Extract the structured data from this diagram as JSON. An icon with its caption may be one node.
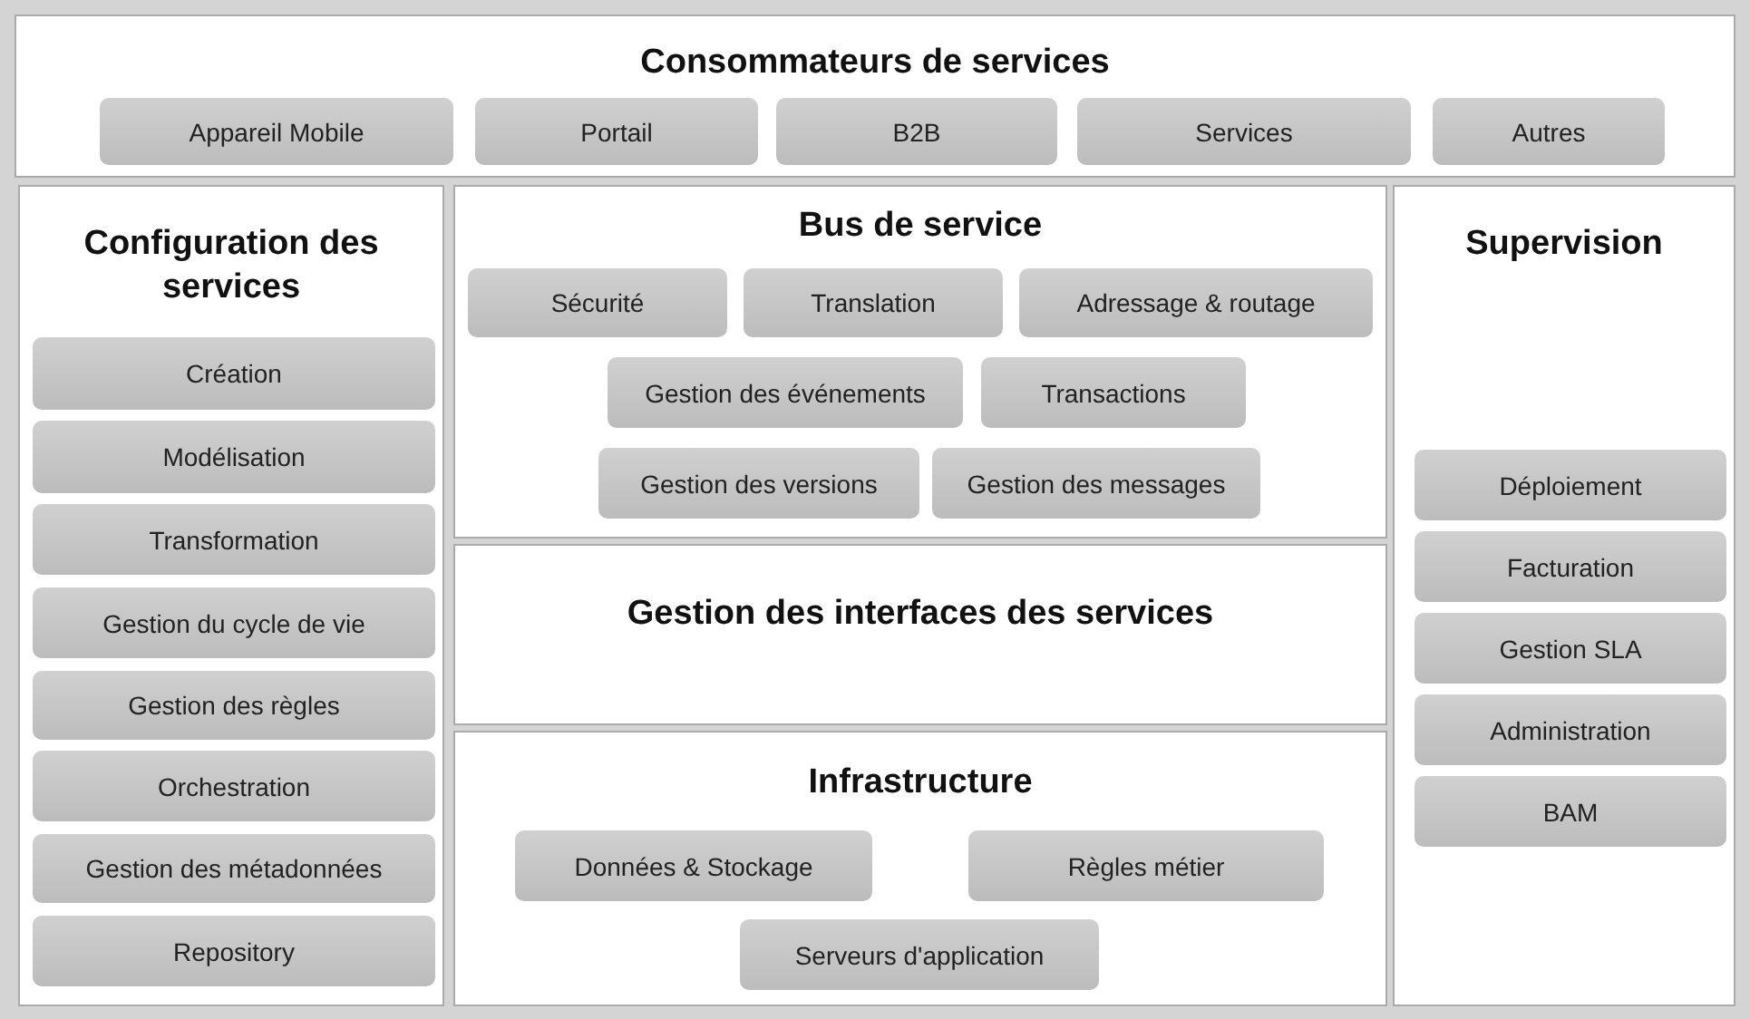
{
  "diagram": {
    "nodes": [
      {
        "text": [
          "Consommateurs de services"
        ]
      },
      {
        "text": [
          "Appareil Mobile"
        ],
        "in": 0
      },
      {
        "text": [
          "Portail"
        ],
        "in": 0
      },
      {
        "text": [
          "B2B"
        ],
        "in": 0
      },
      {
        "text": [
          "Services"
        ],
        "in": 0
      },
      {
        "text": [
          "Autres"
        ],
        "in": 0
      },
      {
        "text": [
          "Configuration des services"
        ]
      },
      {
        "text": [
          "Création"
        ],
        "in": 6
      },
      {
        "text": [
          "Modélisation"
        ],
        "in": 6
      },
      {
        "text": [
          "Transformation"
        ],
        "in": 6
      },
      {
        "text": [
          "Gestion du cycle de vie"
        ],
        "in": 6
      },
      {
        "text": [
          "Gestion des règles"
        ],
        "in": 6
      },
      {
        "text": [
          "Orchestration"
        ],
        "in": 6
      },
      {
        "text": [
          "Gestion des métadonnées"
        ],
        "in": 6
      },
      {
        "text": [
          "Repository"
        ],
        "in": 6
      },
      {
        "text": [
          "Bus de service"
        ]
      },
      {
        "text": [
          "Sécurité"
        ],
        "in": 15
      },
      {
        "text": [
          "Translation"
        ],
        "in": 15
      },
      {
        "text": [
          "Adressage & routage"
        ],
        "in": 15
      },
      {
        "text": [
          "Gestion des événements"
        ],
        "in": 15
      },
      {
        "text": [
          "Transactions"
        ],
        "in": 15
      },
      {
        "text": [
          "Gestion des versions"
        ],
        "in": 15
      },
      {
        "text": [
          "Gestion des messages"
        ],
        "in": 15
      },
      {
        "text": [
          "Gestion des interfaces des services"
        ]
      },
      {
        "text": [
          "Infrastructure"
        ]
      },
      {
        "text": [
          "Données & Stockage"
        ],
        "in": 24
      },
      {
        "text": [
          "Règles métier"
        ],
        "in": 24
      },
      {
        "text": [
          "Serveurs d'application"
        ],
        "in": 24
      },
      {
        "text": [
          "Supervision"
        ]
      },
      {
        "text": [
          "Déploiement"
        ],
        "in": 28
      },
      {
        "text": [
          "Facturation"
        ],
        "in": 28
      },
      {
        "text": [
          "Gestion SLA"
        ],
        "in": 28
      },
      {
        "text": [
          "Administration"
        ],
        "in": 28
      },
      {
        "text": [
          "BAM"
        ],
        "in": 28
      }
    ]
  }
}
